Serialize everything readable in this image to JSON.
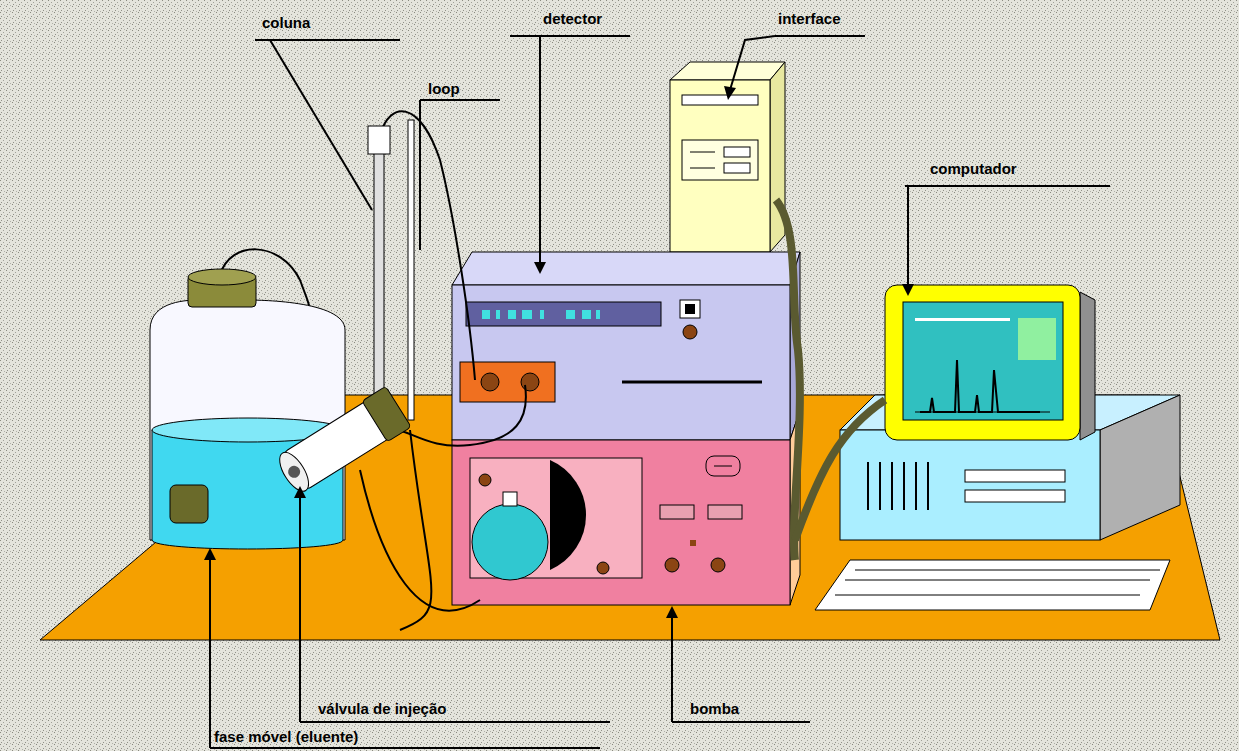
{
  "diagram": {
    "labels": [
      "coluna",
      "detector",
      "interface",
      "loop",
      "computador",
      "válvula de injeção",
      "bomba",
      "fase móvel (eluente)"
    ]
  }
}
